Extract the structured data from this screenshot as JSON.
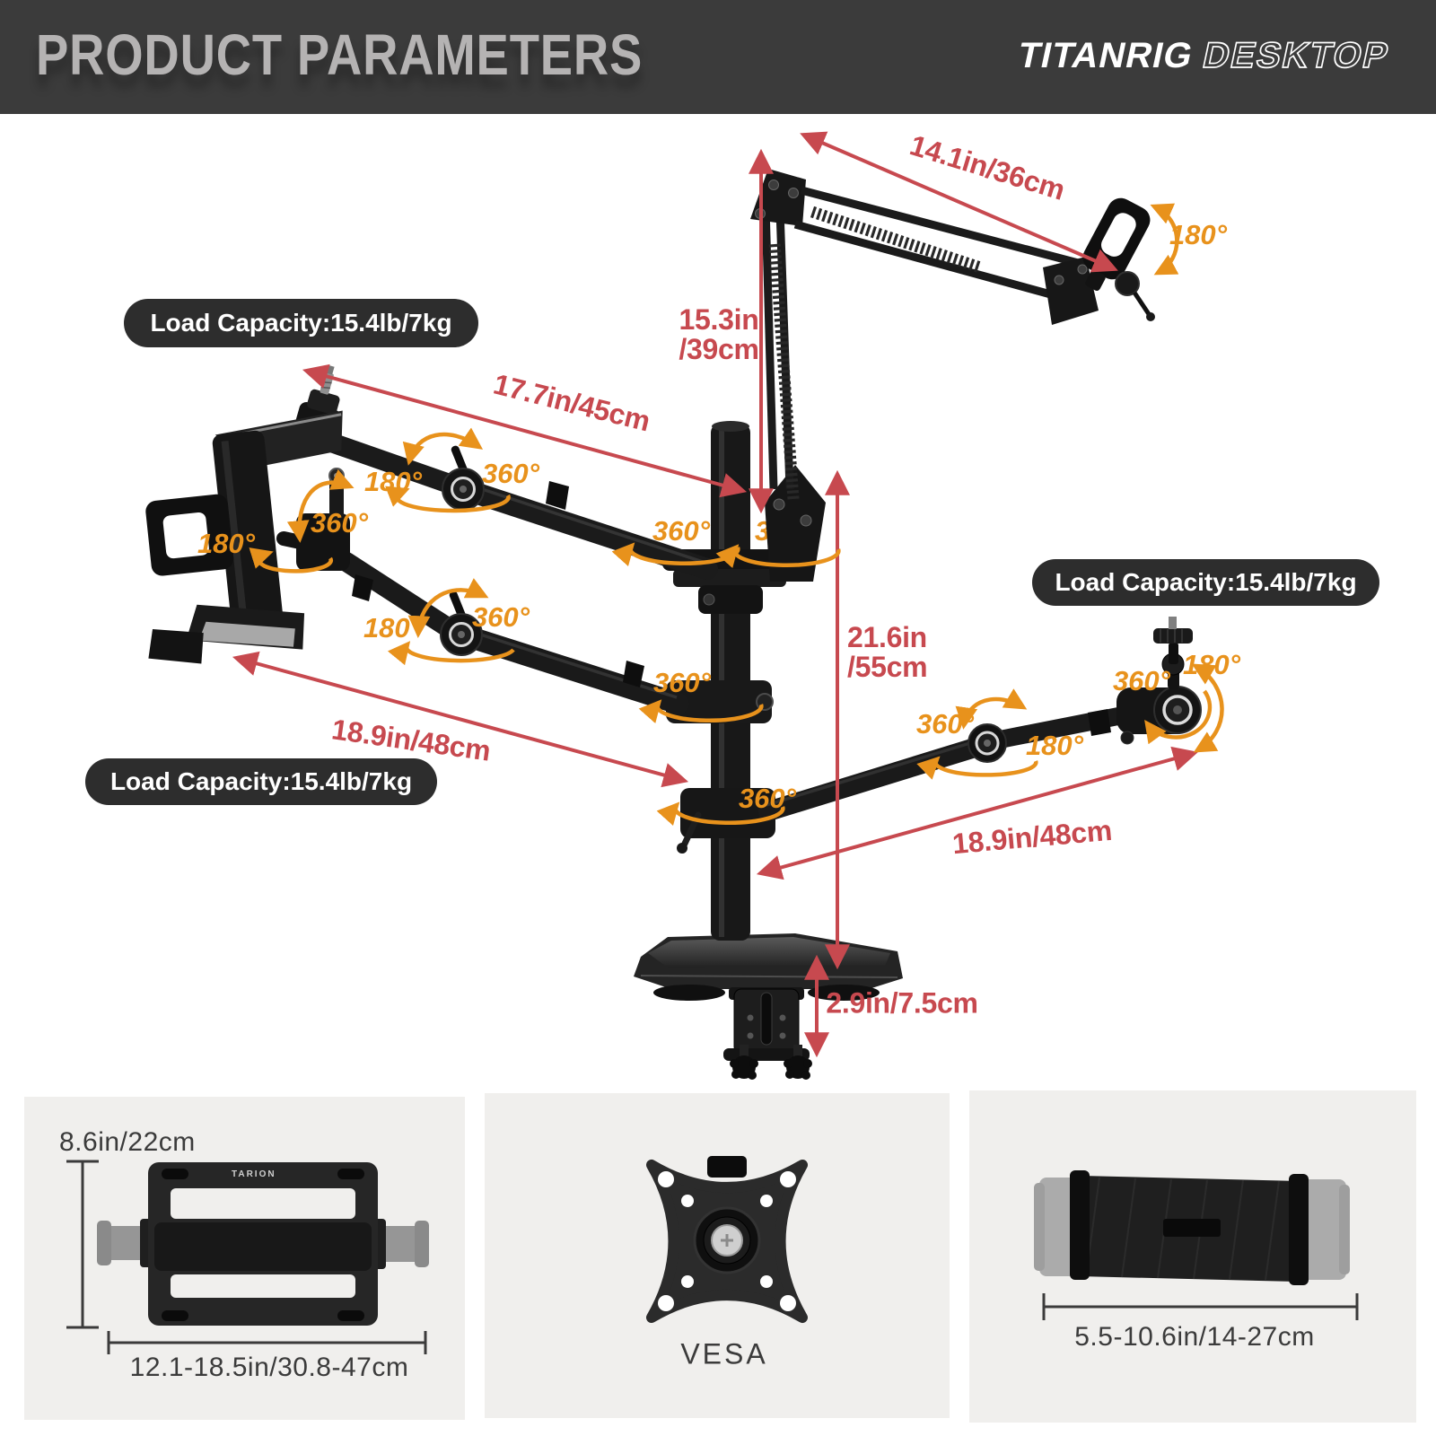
{
  "header": {
    "title": "PRODUCT PARAMETERS",
    "brand_solid": "TITANRIG",
    "brand_outline": "DESKTOP"
  },
  "colors": {
    "header_bg": "#3B3B3B",
    "header_title": "#B5B3B3",
    "red": "#C7494F",
    "orange": "#E8921C",
    "badge_bg": "#2D2D2D",
    "badge_text": "#FFFFFF",
    "panel_bg": "#F0EFED",
    "panel_text": "#3B3B3B"
  },
  "stand": {
    "load_capacity": "Load Capacity:15.4lb/7kg",
    "rot": {
      "r180": "180°",
      "r360": "360°"
    },
    "dims": {
      "mic_arm_length": "14.1in/36cm",
      "mic_height_l1": "15.3in",
      "mic_height_l2": "/39cm",
      "top_arm_length": "17.7in/45cm",
      "pole_height_l1": "21.6in",
      "pole_height_l2": "/55cm",
      "left_arm_length": "18.9in/48cm",
      "right_arm_length": "18.9in/48cm",
      "clamp_range": "2.9in/7.5cm"
    }
  },
  "panels": {
    "laptop_tray": {
      "logo": "TARION",
      "height_dim": "8.6in/22cm",
      "width_dim": "12.1-18.5in/30.8-47cm"
    },
    "vesa": {
      "label": "VESA"
    },
    "tablet_holder": {
      "width_dim": "5.5-10.6in/14-27cm"
    }
  }
}
